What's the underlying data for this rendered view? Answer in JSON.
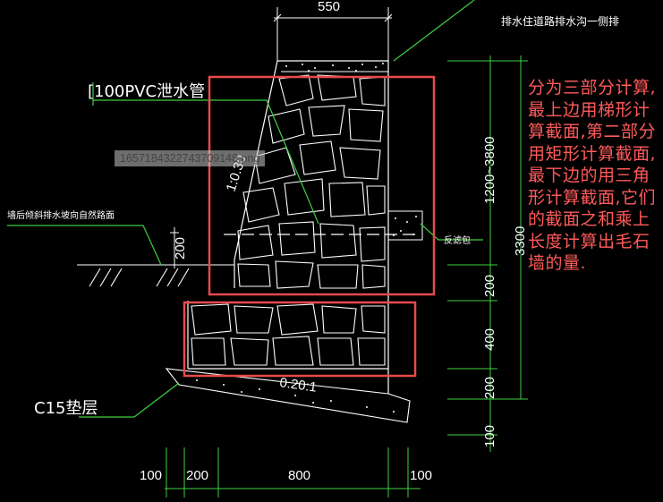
{
  "dims_top": {
    "w550": "550"
  },
  "dims_right": {
    "h1200_3800": "1200~3800",
    "h3300": "3300",
    "h200a": "200",
    "h400": "400",
    "h200b": "200",
    "h100": "100"
  },
  "dims_bottom": {
    "w100a": "100",
    "w200": "200",
    "w800": "800",
    "w100b": "100"
  },
  "dims_left": {
    "h200": "200"
  },
  "slopes": {
    "face": "1:0.30",
    "base": "0.20:1"
  },
  "labels": {
    "top_note": "排水住道路排水沟一侧排",
    "pipe": "100PVC泄水管",
    "ground": "墙后倾斜排水坡向自然路面",
    "backfill": "反滤包",
    "cushion": "C15垫层"
  },
  "annotation": "分为三部分计算,最上边用梯形计算截面,第二部分用矩形计算截面,最下边的用三角形计算截面,它们的截面之和乘上长度计算出毛石墙的量.",
  "watermark": "1657184322743709148.png",
  "colors": {
    "green": "#3fd03f",
    "red": "#e84a4a",
    "white": "#ffffff"
  }
}
